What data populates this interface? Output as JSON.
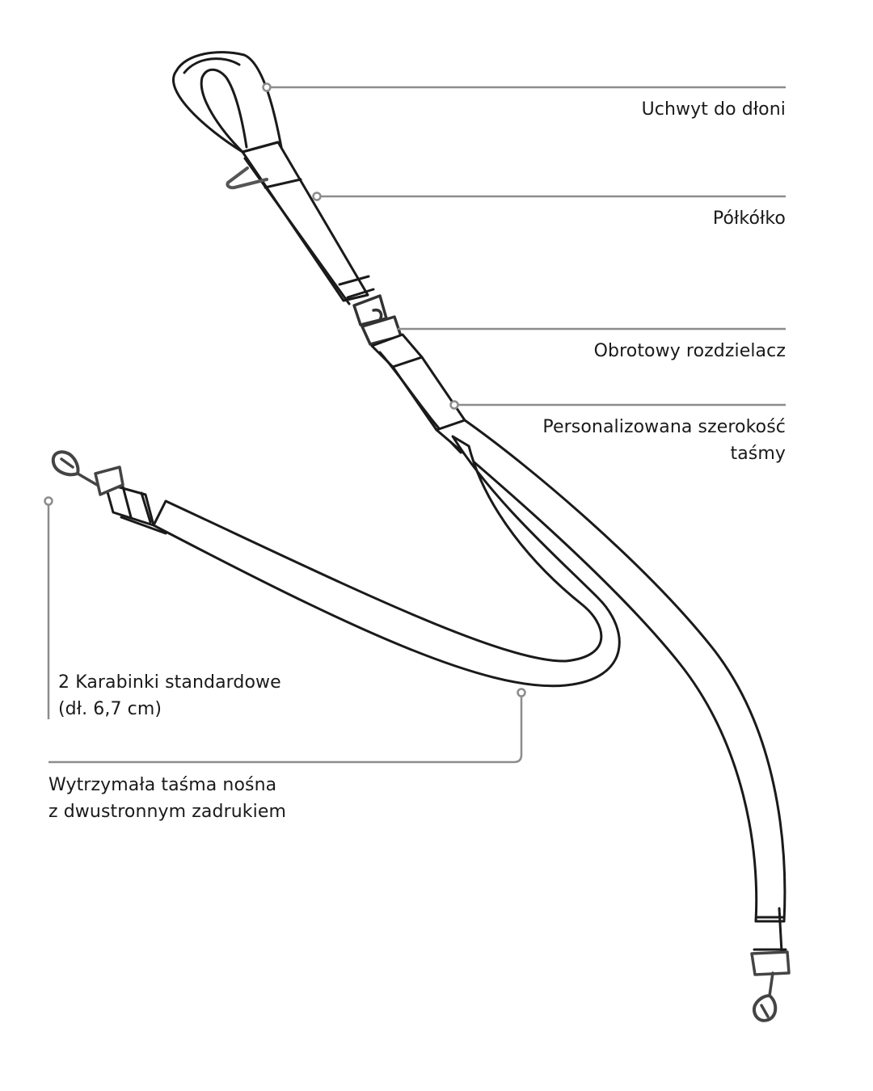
{
  "callouts": {
    "hand_grip": "Uchwyt do dłoni",
    "half_ring": "Półkółko",
    "swivel_splitter": "Obrotowy rozdzielacz",
    "webbing_width": [
      "Personalizowana szerokość",
      "taśmy"
    ],
    "carabiners": [
      "2 Karabinki standardowe",
      "(dł. 6,7 cm)"
    ],
    "webbing": [
      "Wytrzymała taśma nośna",
      "z dwustronnym zadrukiem"
    ]
  },
  "colors": {
    "leader_line": "#8c8c8c",
    "outline": "#1a1a1a",
    "metal": "#555555",
    "background": "#ffffff"
  }
}
